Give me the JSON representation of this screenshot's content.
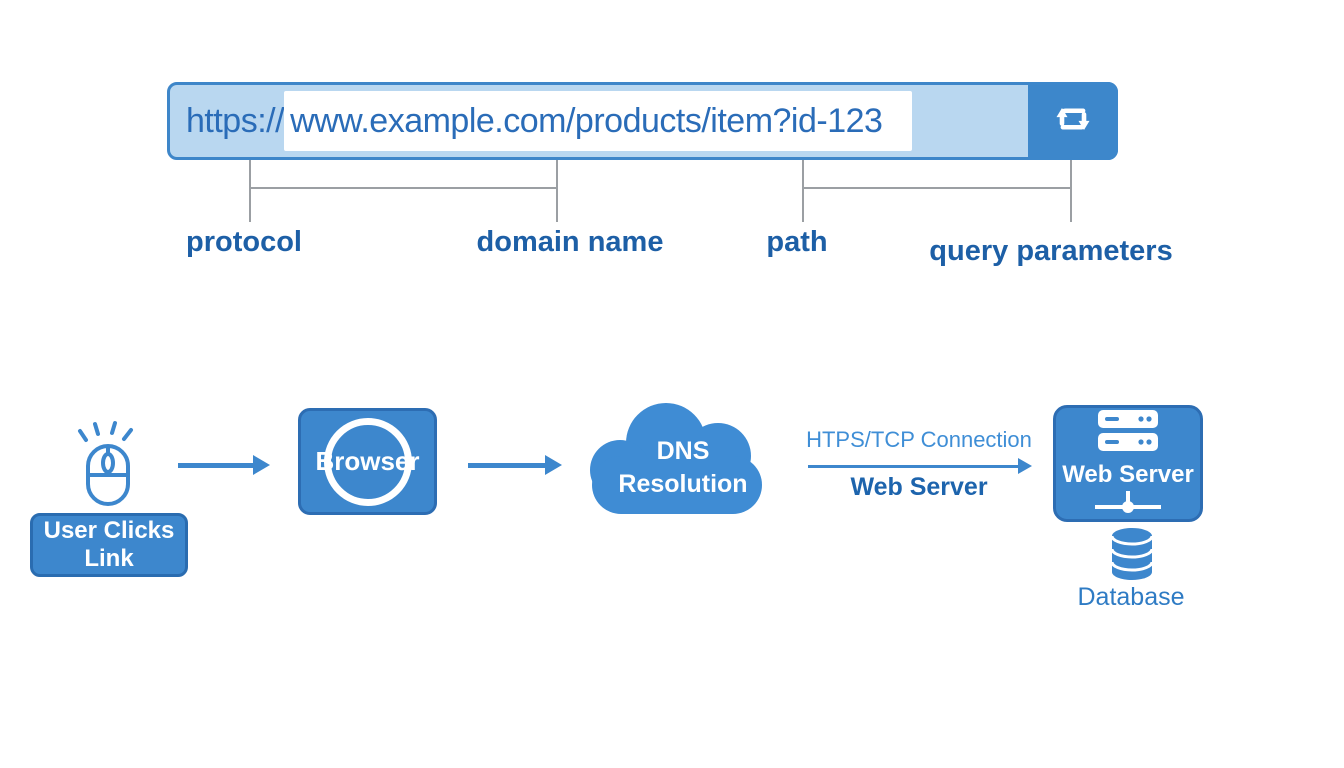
{
  "url_bar": {
    "protocol": "https://",
    "selected_text": "www.example.com/products/item?id-123",
    "full_url": "https://www.example.com/products/item?id-123",
    "refresh_icon": "repeat-icon"
  },
  "url_parts": {
    "labels": [
      "protocol",
      "domain name",
      "path",
      "query parameters"
    ]
  },
  "flow": {
    "user_clicks_label": "User Clicks Link",
    "browser_label": "Browser",
    "dns_line1": "DNS",
    "dns_line2": "Resolution",
    "connection_label": "HTPS/TCP Connection",
    "connection_sublabel": "Web Server",
    "web_server_label": "Web Server",
    "database_label": "Database"
  },
  "icons": {
    "mouse": "mouse-click-icon",
    "refresh": "repeat-icon",
    "browser": "browser-circle-icon",
    "cloud": "dns-cloud-shape",
    "server": "server-rack-icon",
    "network": "network-node-icon",
    "database": "database-icon"
  },
  "colors": {
    "primary_blue": "#3d87cd",
    "box_border": "#2d6db3",
    "url_bar_bg": "#b9d7f0",
    "url_bar_border": "#3e86c9",
    "url_text": "#2a6cb8",
    "part_label_text": "#1d5fa6",
    "connection_text": "#3f8ed6",
    "connection_sublabel_text": "#1d64ad",
    "database_text": "#2e7bc4",
    "connector_line": "#9b9fa3",
    "cloud_blue": "#3f8cd4"
  }
}
